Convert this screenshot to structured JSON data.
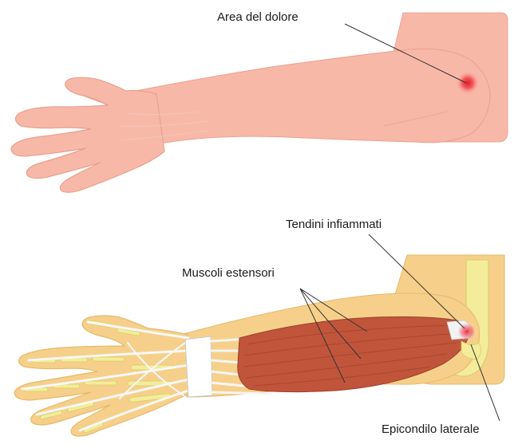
{
  "labels": {
    "pain_area": "Area del dolore",
    "inflamed_tendons": "Tendini infiammati",
    "extensor_muscles": "Muscoli estensori",
    "lateral_epicondyle": "Epicondilo laterale"
  },
  "colors": {
    "skin": "#f8b8a8",
    "skin_dark": "#e9a08e",
    "pain": "#e8182a",
    "muscle": "#c0553b",
    "tissue": "#f6d08a",
    "bone": "#f3ec9a",
    "tendon": "#f7f7f7"
  }
}
